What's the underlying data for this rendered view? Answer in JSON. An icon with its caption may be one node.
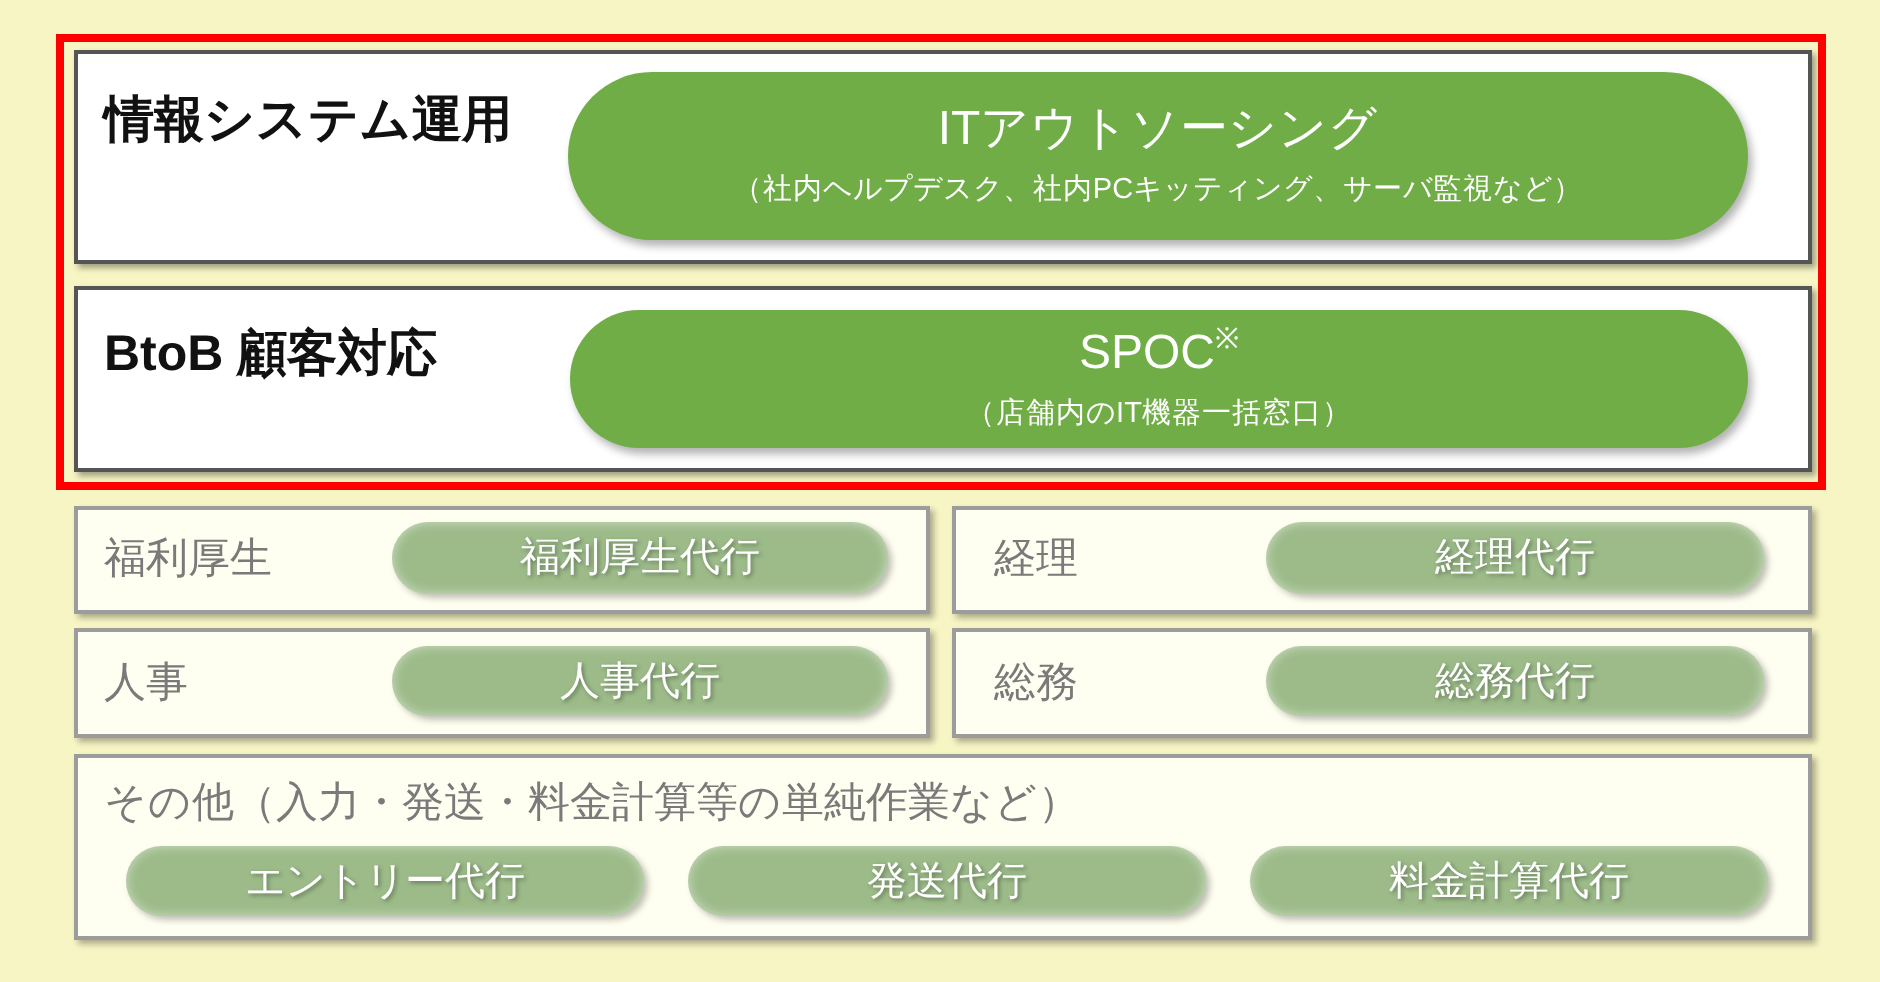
{
  "diagram": {
    "nodes": [
      {
        "text": [],
        "shape": "box"
      },
      {
        "text": [
          "情報システム運用"
        ],
        "in": 0
      },
      {
        "text": [
          "ITアウトソーシング",
          "（社内ヘルプデスク、社内PCキッティング、サーバ監視など）"
        ],
        "in": 1
      },
      {
        "text": [
          "BtoB 顧客対応"
        ],
        "in": 0
      },
      {
        "text": [
          "SPOC$^{※}$",
          "（店舗内のIT機器一括窓口）"
        ],
        "in": 3
      },
      {
        "text": [
          "福利厚生"
        ]
      },
      {
        "text": [
          "福利厚生代行"
        ],
        "in": 5
      },
      {
        "text": [
          "経理"
        ]
      },
      {
        "text": [
          "経理代行"
        ],
        "in": 7
      },
      {
        "text": [
          "人事"
        ]
      },
      {
        "text": [
          "人事代行"
        ],
        "in": 9
      },
      {
        "text": [
          "総務"
        ]
      },
      {
        "text": [
          "総務代行"
        ],
        "in": 11
      },
      {
        "text": [
          "その他（入力・発送・料金計算等の単純作業など）"
        ]
      },
      {
        "text": [
          "エントリー代行"
        ],
        "in": 13
      },
      {
        "text": [
          "発送代行"
        ],
        "in": 13
      },
      {
        "text": [
          "料金計算代行"
        ],
        "in": 13
      }
    ]
  }
}
